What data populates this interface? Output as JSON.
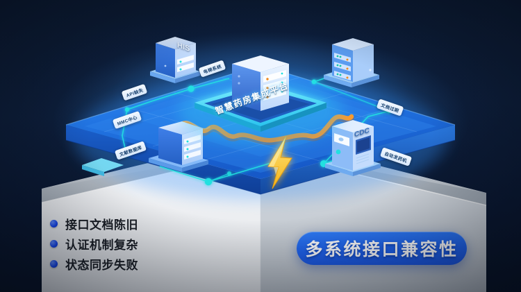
{
  "scene": {
    "title": "智慧药房集成平台",
    "background_color": "#0c1b33",
    "platform_color": "#1f6fe0",
    "accent_cable_color": "#f5821f",
    "node_color": "#21e0e0",
    "bolt_color": "#ffd24a"
  },
  "devices": [
    {
      "name": "his-server",
      "label": "HIS"
    },
    {
      "name": "rack-server-right",
      "label": ""
    },
    {
      "name": "rack-server-left",
      "label": ""
    },
    {
      "name": "dispenser-cdc",
      "label": "CDC"
    }
  ],
  "labels": [
    {
      "name": "label-emr-system",
      "text": "电梯系统"
    },
    {
      "name": "label-api-missing",
      "text": "API缺失"
    },
    {
      "name": "label-mmc-center",
      "text": "MMC中心"
    },
    {
      "name": "label-literature-db",
      "text": "文献数据库"
    },
    {
      "name": "label-doc-expired",
      "text": "文档过期"
    },
    {
      "name": "label-auto-dispenser",
      "text": "自动发药机"
    }
  ],
  "issues": {
    "items": [
      {
        "text": "接口文档陈旧"
      },
      {
        "text": "认证机制复杂"
      },
      {
        "text": "状态同步失败"
      }
    ],
    "bullet_color": "#1546f0"
  },
  "badge": {
    "text": "多系统接口兼容性",
    "color": "#2f7cf6"
  }
}
